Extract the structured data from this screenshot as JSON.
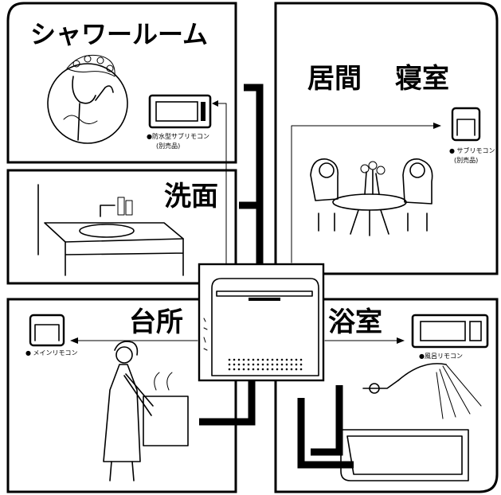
{
  "rooms": {
    "shower": {
      "title": "シャワールーム",
      "remote_note_line1": "●防水型サブリモコン",
      "remote_note_line2": "(別売品)"
    },
    "living": {
      "title_1": "居間",
      "title_2": "寝室",
      "remote_note_line1": "● サブリモコン",
      "remote_note_line2": "(別売品)"
    },
    "washroom": {
      "title": "洗面"
    },
    "kitchen": {
      "title": "台所",
      "remote_note": "● メインリモコン"
    },
    "bathroom": {
      "title": "浴室",
      "remote_note": "●風呂リモコン"
    }
  },
  "colors": {
    "ink": "#000000",
    "paper": "#ffffff"
  },
  "icons": [
    "remote-control-icon",
    "water-heater-icon"
  ]
}
